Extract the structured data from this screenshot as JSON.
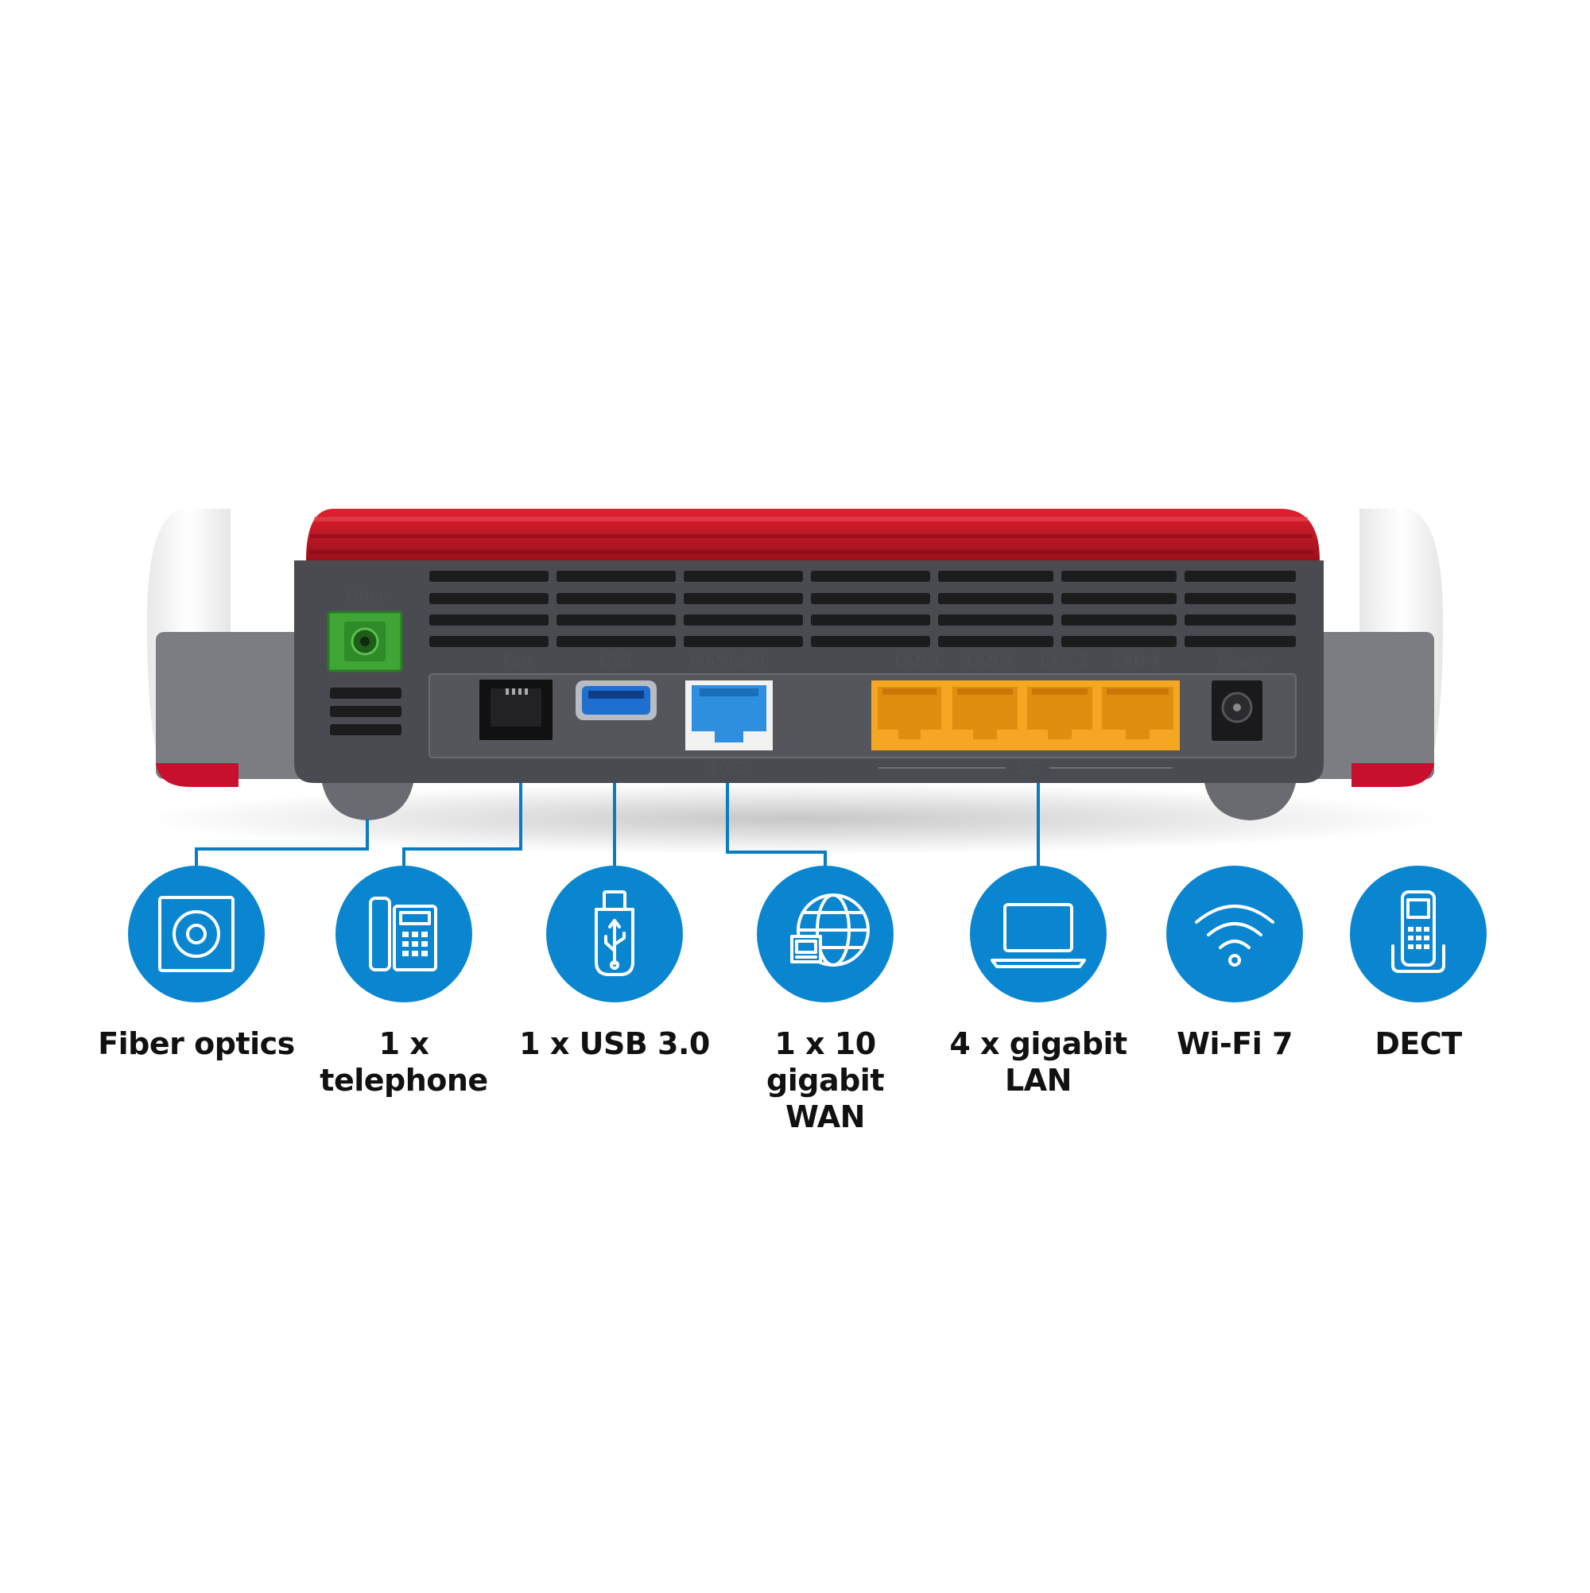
{
  "router": {
    "port_labels": {
      "fiber": "Fiber",
      "fon": "Fon",
      "usb": "USB",
      "wan_lan": "WAN/LAN",
      "lan1": "LAN 1",
      "lan2": "LAN 2",
      "lan3": "LAN 3",
      "lan4": "LAN 4",
      "power": "Power",
      "wan_speed": "10 G",
      "lan_speed": "1G"
    },
    "colors": {
      "body_red": "#c8102e",
      "panel_gray": "#4a4b50",
      "fiber_port": "#3fa535",
      "usb_port": "#1f6fd1",
      "wan_port": "#2e8fe0",
      "lan_ports": "#f5a623",
      "connector_lines": "#0a7cc2"
    }
  },
  "features": [
    {
      "icon": "fiber-optics-icon",
      "line1": "Fiber optics",
      "line2": ""
    },
    {
      "icon": "telephone-icon",
      "line1": "1 x telephone",
      "line2": ""
    },
    {
      "icon": "usb-stick-icon",
      "line1": "1 x USB 3.0",
      "line2": ""
    },
    {
      "icon": "globe-wan-icon",
      "line1": "1 x 10 gigabit",
      "line2": "WAN"
    },
    {
      "icon": "laptop-icon",
      "line1": "4 x gigabit",
      "line2": "LAN"
    },
    {
      "icon": "wifi-icon",
      "line1": "Wi-Fi 7",
      "line2": ""
    },
    {
      "icon": "dect-phone-icon",
      "line1": "DECT",
      "line2": ""
    }
  ],
  "circle_color": "#0a86d0"
}
